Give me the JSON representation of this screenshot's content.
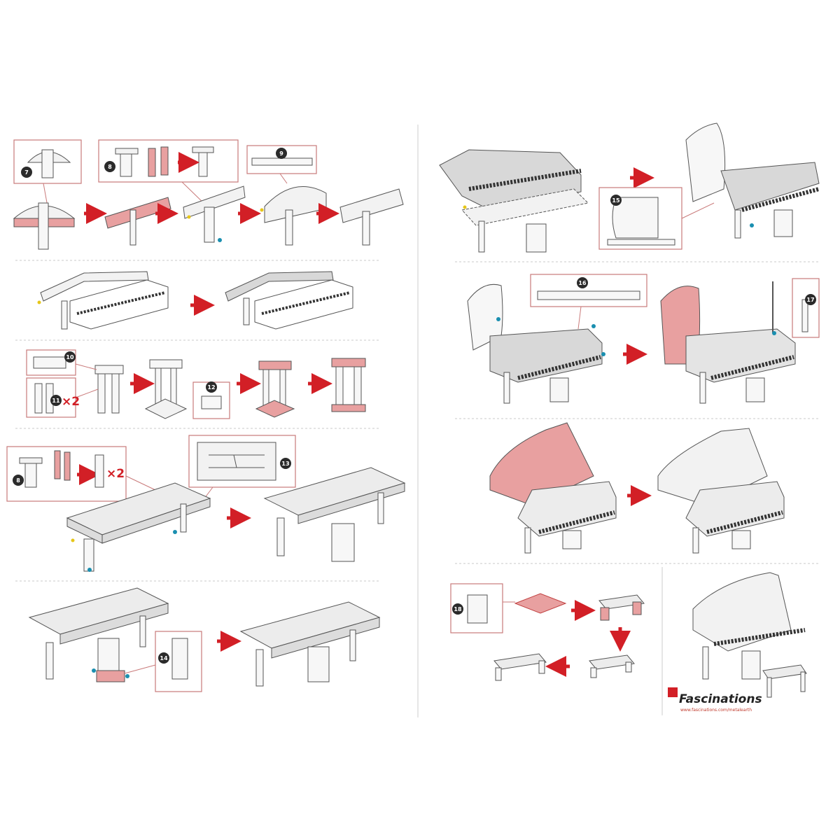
{
  "colors": {
    "callout": "#c97a7a",
    "badge": "#2b2b2b",
    "arrow": "#d21f26",
    "highlight": "#e8a0a0",
    "metal": "#ececec",
    "line": "#555555",
    "separator": "#c8c8c8",
    "dot_blue": "#1a8fb0",
    "dot_yellow": "#e6c619"
  },
  "steps": {
    "s7": "7",
    "s8": "8",
    "s8b": "8",
    "s9": "9",
    "s10": "10",
    "s11": "11",
    "s12": "12",
    "s13": "13",
    "s14": "14",
    "s15": "15",
    "s16": "16",
    "s17": "17",
    "s18": "18"
  },
  "multipliers": {
    "m11": "×2",
    "m8": "×2"
  },
  "brand": {
    "name": "Fascinations",
    "url": "www.fascinations.com/metalearth"
  }
}
